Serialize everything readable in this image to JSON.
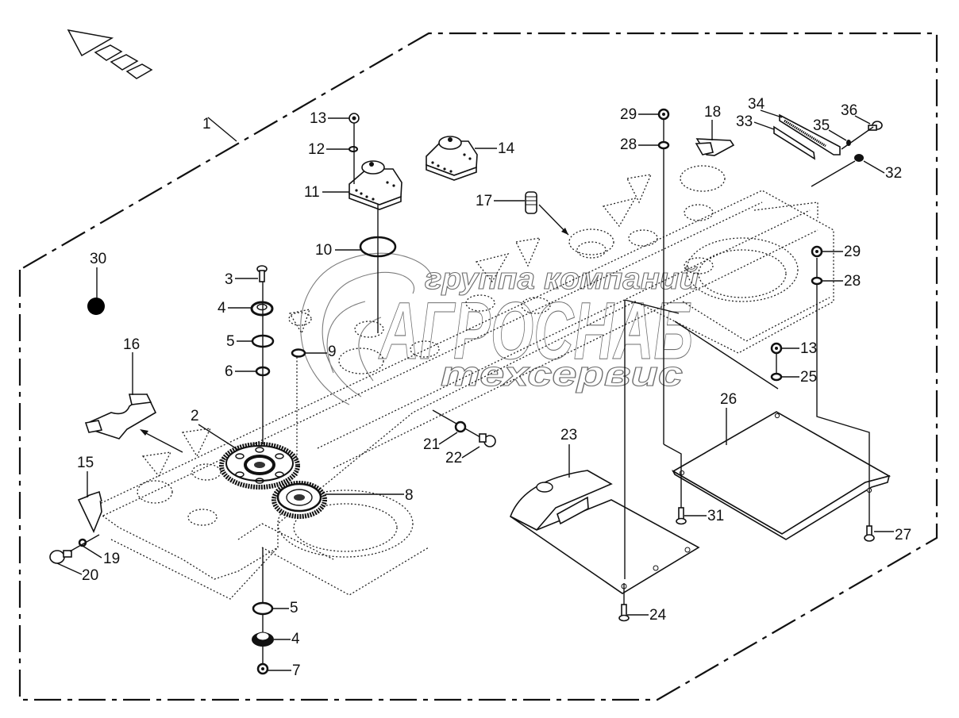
{
  "diagram": {
    "title": "Exploded parts view - gearbox housing assembly",
    "direction_indicator": "front-arrow-icon",
    "watermark": {
      "line1": "группа компаний",
      "line2": "АГРОСНАБ",
      "line3": "техсервис"
    },
    "callouts": [
      {
        "id": "c1",
        "label": "1",
        "part": "housing-assembly"
      },
      {
        "id": "c2",
        "label": "2",
        "part": "large-gear"
      },
      {
        "id": "c3",
        "label": "3",
        "part": "bolt"
      },
      {
        "id": "c4a",
        "label": "4",
        "part": "bearing-cap-upper"
      },
      {
        "id": "c4b",
        "label": "4",
        "part": "bearing-cap-lower"
      },
      {
        "id": "c5a",
        "label": "5",
        "part": "o-ring-upper"
      },
      {
        "id": "c5b",
        "label": "5",
        "part": "o-ring-lower"
      },
      {
        "id": "c6",
        "label": "6",
        "part": "small-o-ring"
      },
      {
        "id": "c7",
        "label": "7",
        "part": "nut-lower"
      },
      {
        "id": "c8",
        "label": "8",
        "part": "small-gear"
      },
      {
        "id": "c9",
        "label": "9",
        "part": "o-ring-shaft"
      },
      {
        "id": "c10",
        "label": "10",
        "part": "large-o-ring"
      },
      {
        "id": "c11",
        "label": "11",
        "part": "drive-hub-left"
      },
      {
        "id": "c12",
        "label": "12",
        "part": "washer-top"
      },
      {
        "id": "c13a",
        "label": "13",
        "part": "nut-top"
      },
      {
        "id": "c13b",
        "label": "13",
        "part": "nut-right"
      },
      {
        "id": "c14",
        "label": "14",
        "part": "drive-hub-right"
      },
      {
        "id": "c15",
        "label": "15",
        "part": "skid-left"
      },
      {
        "id": "c16",
        "label": "16",
        "part": "guard-bracket"
      },
      {
        "id": "c17",
        "label": "17",
        "part": "stud"
      },
      {
        "id": "c18",
        "label": "18",
        "part": "skid-right"
      },
      {
        "id": "c19",
        "label": "19",
        "part": "washer-drain"
      },
      {
        "id": "c20",
        "label": "20",
        "part": "drain-plug"
      },
      {
        "id": "c21",
        "label": "21",
        "part": "washer-side"
      },
      {
        "id": "c22",
        "label": "22",
        "part": "side-plug"
      },
      {
        "id": "c23",
        "label": "23",
        "part": "cover-plate-left"
      },
      {
        "id": "c24",
        "label": "24",
        "part": "screw-left"
      },
      {
        "id": "c25",
        "label": "25",
        "part": "washer-right"
      },
      {
        "id": "c26",
        "label": "26",
        "part": "cover-plate-right"
      },
      {
        "id": "c27",
        "label": "27",
        "part": "screw-right"
      },
      {
        "id": "c28a",
        "label": "28",
        "part": "washer-top-right"
      },
      {
        "id": "c28b",
        "label": "28",
        "part": "washer-mid-right"
      },
      {
        "id": "c29a",
        "label": "29",
        "part": "nut-top-right"
      },
      {
        "id": "c29b",
        "label": "29",
        "part": "nut-mid-right"
      },
      {
        "id": "c30",
        "label": "30",
        "part": "grease"
      },
      {
        "id": "c31",
        "label": "31",
        "part": "screw-mid"
      },
      {
        "id": "c32",
        "label": "32",
        "part": "grease-nipple"
      },
      {
        "id": "c33",
        "label": "33",
        "part": "rubber-strip"
      },
      {
        "id": "c34",
        "label": "34",
        "part": "guard-strip"
      },
      {
        "id": "c35",
        "label": "35",
        "part": "washer-strip"
      },
      {
        "id": "c36",
        "label": "36",
        "part": "screw-strip"
      }
    ]
  }
}
